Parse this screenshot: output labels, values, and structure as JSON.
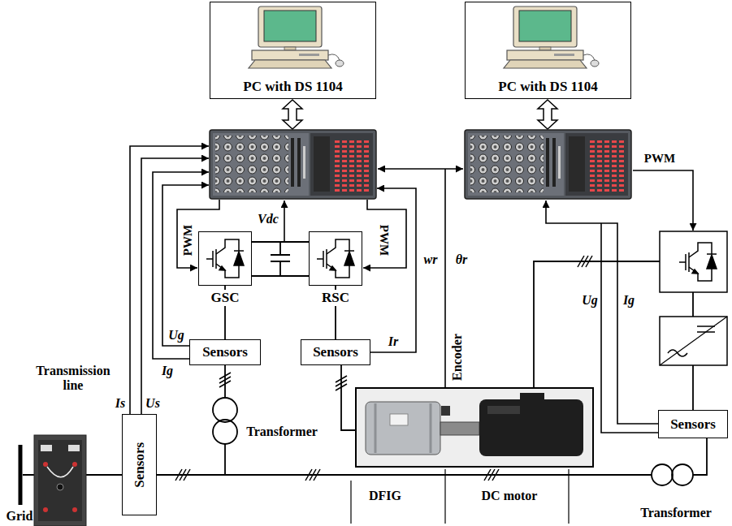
{
  "diagram": {
    "nodes": [
      {
        "text": [
          "PC with DS 1104"
        ]
      },
      {
        "text": [
          "PC with DS 1104"
        ]
      },
      {
        "text": [
          "GSC"
        ]
      },
      {
        "text": [
          "RSC"
        ]
      },
      {
        "text": [
          "Sensors"
        ]
      },
      {
        "text": [
          "Sensors"
        ]
      },
      {
        "text": [
          "Sensors"
        ]
      },
      {
        "text": [
          "Sensors"
        ]
      }
    ],
    "edges": [
      {
        "from": 2,
        "to": 3,
        "arrow": "none"
      },
      {
        "from": 2,
        "to": 4,
        "arrow": "none"
      },
      {
        "from": 3,
        "to": 5,
        "arrow": "none"
      }
    ],
    "labels": [
      "PWM",
      "Vdc",
      "PWM",
      "wr",
      "θr",
      "PWM",
      "Ug",
      "Ig",
      "Ir",
      "Encoder",
      "Ig",
      "Ug",
      "Transmission line",
      "Is",
      "Us",
      "Transformer",
      "DFIG",
      "DC motor",
      "Transformer",
      "Grid"
    ]
  }
}
